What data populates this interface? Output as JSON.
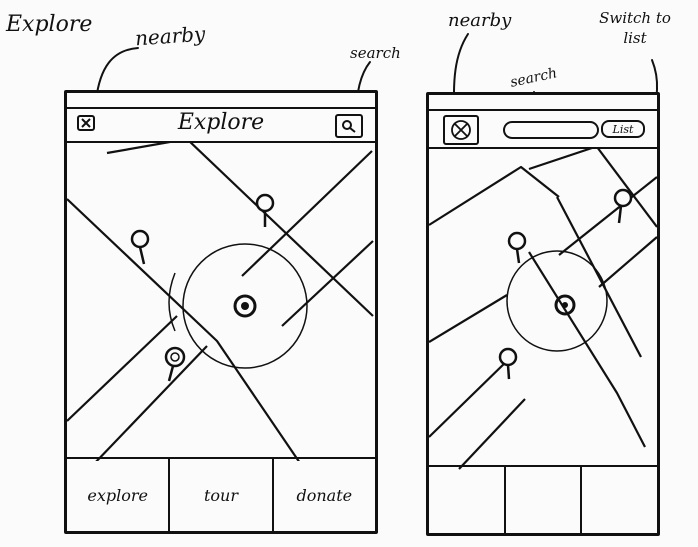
{
  "annotations": {
    "title": "Explore",
    "phone1_nearby": "nearby",
    "phone1_search": "search",
    "phone2_nearby": "nearby",
    "phone2_search": "search",
    "phone2_switch": "Switch to list"
  },
  "phone1": {
    "header_title": "Explore",
    "tabs": [
      "explore",
      "tour",
      "donate"
    ]
  },
  "phone2": {
    "list_button": "List"
  },
  "icons": {
    "nearby": "nearby-icon",
    "search": "search-icon",
    "map_pin": "map-pin-icon",
    "current_location": "current-location-icon"
  }
}
